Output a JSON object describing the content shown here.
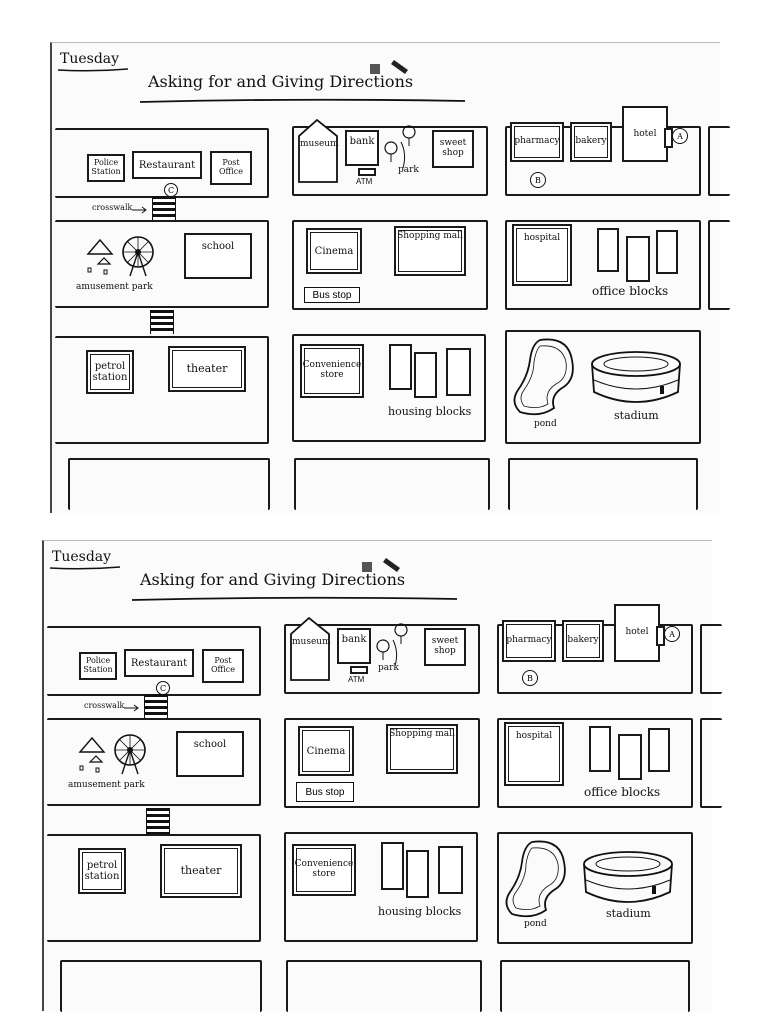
{
  "worksheet": {
    "day": "Tuesday",
    "title": "Asking for and Giving Directions",
    "labels": {
      "police_station": "Police Station",
      "restaurant": "Restaurant",
      "post_office": "Post Office",
      "crosswalk": "crosswalk",
      "amusement_park": "amusement park",
      "school": "school",
      "petrol_station": "petrol station",
      "theater": "theater",
      "museum": "museum",
      "bank": "bank",
      "atm": "ATM",
      "park": "park",
      "sweet_shop": "sweet shop",
      "cinema": "Cinema",
      "shopping_mall": "Shopping mall",
      "bus_stop": "Bus stop",
      "convenience_store": "Convenience store",
      "housing_blocks": "housing blocks",
      "pharmacy": "pharmacy",
      "bakery": "bakery",
      "hotel": "hotel",
      "marker_a": "A",
      "marker_b": "B",
      "marker_c": "C",
      "hospital": "hospital",
      "office_blocks": "office blocks",
      "pond": "pond",
      "stadium": "stadium"
    }
  },
  "colors": {
    "ink": "#1a1a1a",
    "paper": "#ffffff",
    "board": "#fbfbfb"
  },
  "icons": [
    "ferris-wheel-icon",
    "tent-icon",
    "tree-icon",
    "stadium-icon",
    "pond-icon",
    "marker-pen-icon"
  ]
}
